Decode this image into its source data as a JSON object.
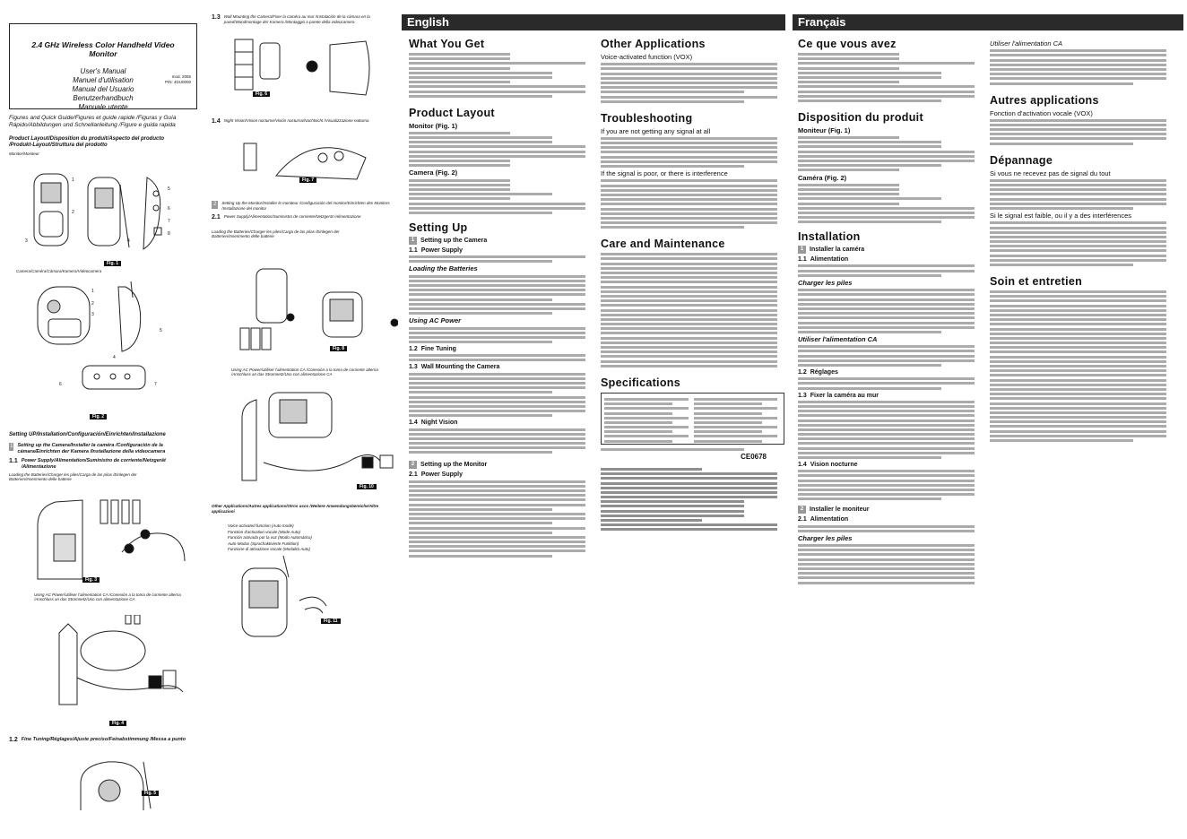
{
  "cover": {
    "title": "2.4 GHz Wireless Color Handheld Video Monitor",
    "manuals": [
      "User's Manual",
      "Manuel d'utilisation",
      "Manual del Usuario",
      "Benutzerhandbuch",
      "Manuale utente"
    ],
    "code": [
      "mod. 2055",
      "P/N: 4DU0000"
    ]
  },
  "left": {
    "figures_caption": "Figures and Quick Guide/Figures et guide rapide /Figuras y Guía Rápido/Abbildungen und Schnellanleitung /Figure e guida rapida",
    "product_layout": "Product Layout/Disposition du produit/Aspecto del producto /Produkt-Layout/Struttura del prodotto",
    "monitor_label": "Monitor/Moniteur",
    "fig1": "Fig. 1",
    "camera_label": "Camera/Caméra/Cámara/Kamera/Videocamera",
    "fig2": "Fig. 2",
    "setting_up": "Setting UP/Installation/Configuración/Einrichten/Installazione",
    "setup_camera": "Setting up the Camera/Installer la caméra /Configuración de la cámara/Einrichten der Kamera /Installazione della videocamera",
    "power_supply": "Power Supply/Alimentation/Suministro de corriente/Netzgerät /Alimentazione",
    "loading_batteries": "Loading the Batteries/Charger les piles/Carga de las pilas /Einlegen der Batterien/Inserimento delle batterie",
    "fig3": "Fig. 3",
    "using_ac": "Using AC Power/Utiliser l'alimentation CA /Conexión a la toma de corriente alterna /Anschluss an das Stromnetz/Uso con alimentazione CA",
    "fig4": "Fig. 4",
    "fine_tuning": "Fine Tuning/Réglages/Ajuste preciso/Feinabstimmung /Messa a punto",
    "fig5": "Fig. 5"
  },
  "center": {
    "wall_mount": "Wall Mounting the Camera/Fixer la caméra au mur /Instalación de la cámara en la pared/Wandmontage der Kamera /Montaggio a parete della videocamera",
    "fig6": "Fig. 6",
    "night_vision": "Night Vision/Vision nocturne/Visión nocturna/Nachtsicht /Visualizzazione notturna",
    "fig7": "Fig. 7",
    "setup_monitor": "Setting Up the Monitor/Installer le moniteur /Configuración del monitor/Einrichten des Monitors /Installazione del monitor",
    "power_supply": "Power Supply/Alimentation/Suministro de corriente/Netzgerät /Alimentazione",
    "loading_batteries": "Loading the Batteries/Charger les piles/Carga de las pilas /Einlegen der Batterien/Inserimento delle batterie",
    "fig8": "Fig. 8",
    "using_ac": "Using AC Power/Utiliser l'alimentation CA /Conexión a la toma de corriente alterna /Anschluss an das Stromnetz/Uso con alimentazione CA",
    "fig10": "Fig. 10",
    "other_apps": "Other Applications/Autres applications/Otros usos /Weitere Anwendungsbereiche/Altre applicazioni",
    "vox_list": [
      "Voice-activated function (Auto mode)",
      "Fonction d'activation vocale (Mode Auto)",
      "Función activada por la voz (Modo Automático)",
      "Auto-Modus (Sprachaktivierte Funktion)",
      "Funzione di attivazione vocale (Modalità Auto)"
    ],
    "fig11": "Fig. 11"
  },
  "english": {
    "banner": "English",
    "what_you_get": "What You Get",
    "product_layout": "Product Layout",
    "monitor_fig": "Monitor (Fig. 1)",
    "camera_fig": "Camera (Fig. 2)",
    "setting_up": "Setting Up",
    "setup_camera": "Setting up the Camera",
    "s11": "Power Supply",
    "loading": "Loading the Batteries",
    "using_ac": "Using AC Power",
    "s12": "Fine Tuning",
    "s13": "Wall Mounting the Camera",
    "s14": "Night Vision",
    "setup_monitor": "Setting up the Monitor",
    "s21": "Power Supply",
    "other_apps": "Other Applications",
    "vox": "Voice-activated function (VOX)",
    "troubleshooting": "Troubleshooting",
    "no_signal": "If you are not getting any signal at all",
    "interference": "If the signal is poor, or there is interference",
    "care": "Care and Maintenance",
    "specifications": "Specifications",
    "ce": "CE0678"
  },
  "french": {
    "banner": "Français",
    "ce_que": "Ce que vous avez",
    "disposition": "Disposition du produit",
    "moniteur_fig": "Moniteur (Fig. 1)",
    "camera_fig": "Caméra (Fig. 2)",
    "installation": "Installation",
    "installer_camera": "Installer la caméra",
    "alimentation": "Alimentation",
    "charger": "Charger les piles",
    "utiliser_ca": "Utiliser l'alimentation CA",
    "reglages": "Réglages",
    "fixer": "Fixer la caméra au mur",
    "vision": "Vision nocturne",
    "installer_moniteur": "Installer le moniteur",
    "alimentation2": "Alimentation",
    "charger2": "Charger les piles",
    "utiliser_ca2": "Utiliser l'alimentation CA",
    "autres": "Autres applications",
    "vox": "Fonction d'activation vocale (VOX)",
    "depannage": "Dépannage",
    "no_signal": "Si vous ne recevez pas de signal du tout",
    "interference": "Si le signal est faible, ou il y a des interférences",
    "soin": "Soin et entretien"
  }
}
